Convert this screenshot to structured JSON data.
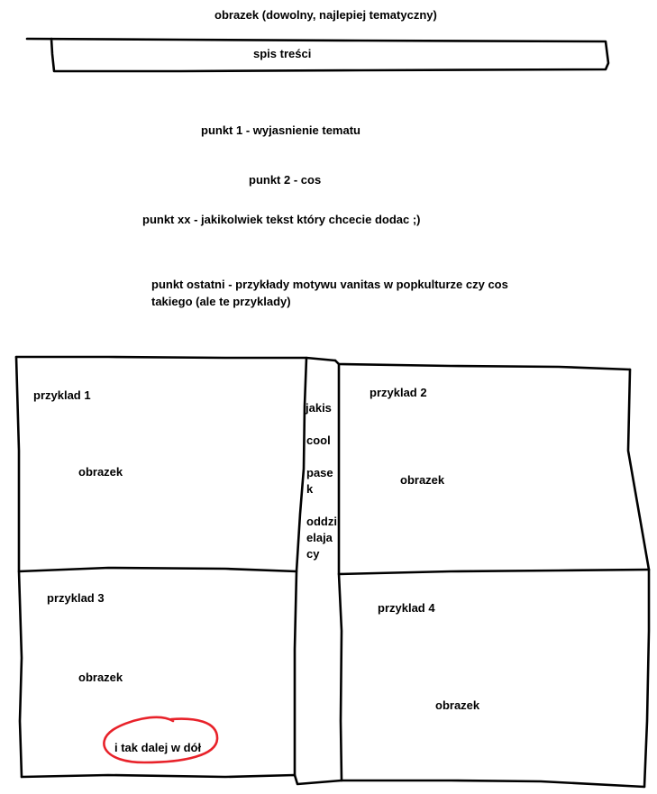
{
  "header": {
    "image_note": "obrazek (dowolny, najlepiej tematyczny)",
    "toc_label": "spis treści"
  },
  "sections": {
    "point1": "punkt 1 - wyjasnienie tematu",
    "point2": "punkt 2 - cos",
    "point_xx": "punkt xx - jakikolwiek tekst który chcecie dodac ;)",
    "point_last_line1": "punkt ostatni - przykłady motywu vanitas w popkulturze czy cos",
    "point_last_line2": "takiego (ale te przyklady)"
  },
  "examples": [
    {
      "title": "przyklad 1",
      "image_label": "obrazek"
    },
    {
      "title": "przyklad 2",
      "image_label": "obrazek"
    },
    {
      "title": "przyklad 3",
      "image_label": "obrazek"
    },
    {
      "title": "przyklad 4",
      "image_label": "obrazek"
    }
  ],
  "divider_strip": {
    "words": [
      "jakis",
      "cool",
      "pase",
      "k",
      "oddzi",
      "elaja",
      "cy"
    ]
  },
  "continuation_note": "i tak dalej w dół",
  "colors": {
    "ink": "#000000",
    "highlight_circle": "#e8222a",
    "background": "#ffffff"
  }
}
